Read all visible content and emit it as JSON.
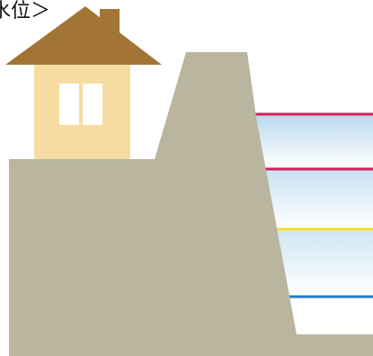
{
  "heading": {
    "text": "水位＞"
  },
  "colors": {
    "ground": "#b9b59f",
    "house_wall": "#f6dca0",
    "house_roof": "#a27537",
    "window": "#ffffff",
    "water_top": "#b9d8ef",
    "water_bottom": "#ffffff",
    "line_red": "#d21f5a",
    "line_yellow": "#f5e02a",
    "line_blue": "#1f7fc6"
  },
  "water_level_lines": [
    {
      "name": "level-line-top",
      "color": "#d21f5a"
    },
    {
      "name": "level-line-second",
      "color": "#d21f5a"
    },
    {
      "name": "level-line-third",
      "color": "#f5e02a"
    },
    {
      "name": "level-line-bottom",
      "color": "#1f7fc6"
    }
  ]
}
